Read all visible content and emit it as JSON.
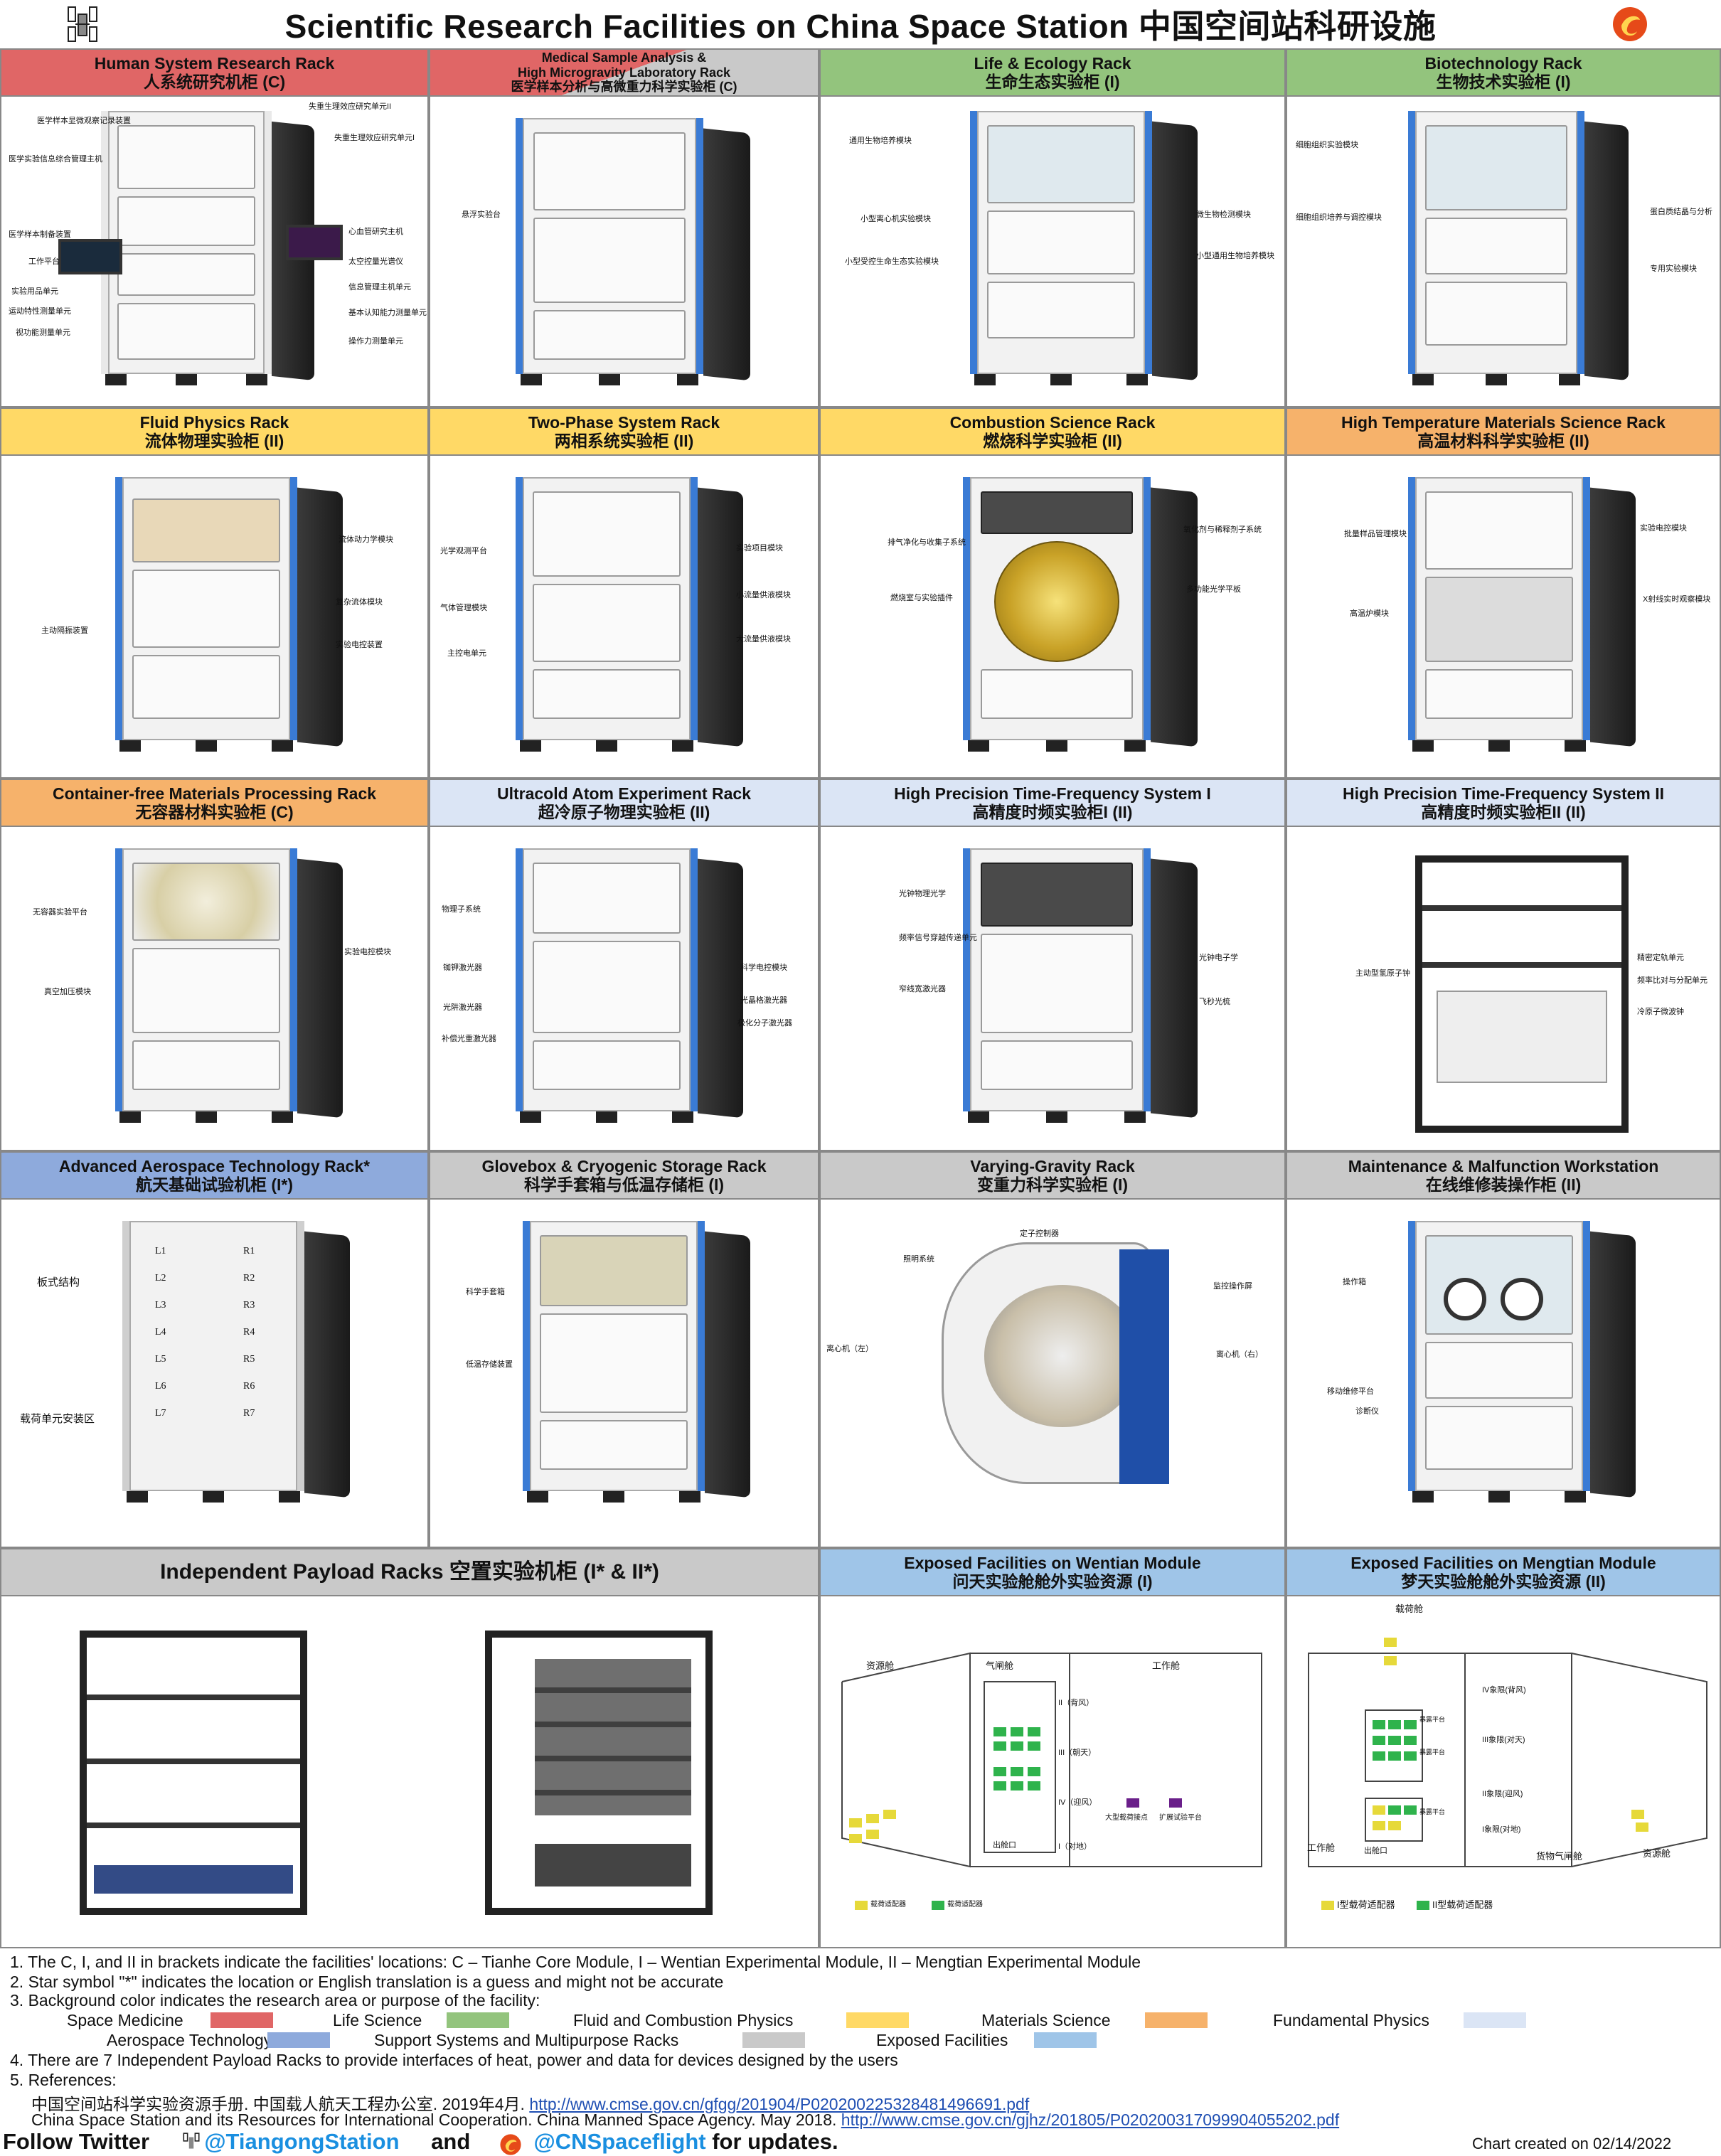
{
  "header": {
    "title": "Scientific Research Facilities on China Space Station 中国空间站科研设施"
  },
  "colors": {
    "space_medicine": "#e06666",
    "life_science": "#93c47d",
    "fluid_combustion": "#ffd966",
    "materials": "#f6b26b",
    "fundamental": "#dbe5f5",
    "aerospace": "#8eaadc",
    "support": "#c9c9c9",
    "exposed": "#9fc5e8"
  },
  "racks": [
    {
      "en": "Human System Research Rack",
      "zh": "人系统研究机柜 (C)",
      "labels": [
        "医学样本显微观察记录装置",
        "医学实验信息综合管理主机",
        "医学样本制备装置",
        "工作平台",
        "实验用品单元",
        "运动特性测量单元",
        "视功能测量单元",
        "失重生理效应研究单元II",
        "失重生理效应研究单元I",
        "心血管研究主机",
        "太空控量光谱仪",
        "信息管理主机单元",
        "基本认知能力测量单元",
        "操作力测量单元"
      ]
    },
    {
      "en": "Medical Sample Analysis &",
      "en2": "High Microgravity Laboratory Rack",
      "zh": "医学样本分析与高微重力科学实验柜 (C)",
      "labels": [
        "悬浮实验台"
      ]
    },
    {
      "en": "Life & Ecology Rack",
      "zh": "生命生态实验柜 (I)",
      "labels": [
        "通用生物培养模块",
        "小型离心机实验模块",
        "小型受控生命生态实验模块",
        "微生物检测模块",
        "小型通用生物培养模块"
      ]
    },
    {
      "en": "Biotechnology Rack",
      "zh": "生物技术实验柜 (I)",
      "labels": [
        "细胞组织实验模块",
        "细胞组织培养与调控模块",
        "蛋白质结晶与分析",
        "专用实验模块"
      ]
    },
    {
      "en": "Fluid Physics Rack",
      "zh": "流体物理实验柜 (II)",
      "labels": [
        "流体动力学模块",
        "复杂流体模块",
        "实验电控装置",
        "主动隔振装置"
      ]
    },
    {
      "en": "Two-Phase System Rack",
      "zh": "两相系统实验柜 (II)",
      "labels": [
        "光学观测平台",
        "气体管理模块",
        "主控电单元",
        "实验项目模块",
        "小流量供液模块",
        "大流量供液模块"
      ]
    },
    {
      "en": "Combustion Science Rack",
      "zh": "燃烧科学实验柜 (II)",
      "labels": [
        "排气净化与收集子系统",
        "燃烧室与实验插件",
        "氧化剂与稀释剂子系统",
        "多功能光学平板"
      ]
    },
    {
      "en": "High Temperature Materials Science Rack",
      "zh": "高温材料科学实验柜 (II)",
      "labels": [
        "批量样品管理模块",
        "高温炉模块",
        "实验电控模块",
        "X射线实时观察模块"
      ]
    },
    {
      "en": "Container-free Materials Processing Rack",
      "zh": "无容器材料实验柜 (C)",
      "labels": [
        "无容器实验平台",
        "真空加压模块",
        "实验电控模块"
      ]
    },
    {
      "en": "Ultracold Atom Experiment Rack",
      "zh": "超冷原子物理实验柜 (II)",
      "labels": [
        "物理子系统",
        "铷钾激光器",
        "光阱激光器",
        "补偿光重激光器",
        "科学电控模块",
        "光晶格激光器",
        "极化分子激光器"
      ]
    },
    {
      "en": "High Precision Time-Frequency System I",
      "zh": "高精度时频实验柜I (II)",
      "labels": [
        "光钟物理光学",
        "频率信号穿越传递单元",
        "窄线宽激光器",
        "光钟电子学",
        "飞秒光梳"
      ]
    },
    {
      "en": "High Precision Time-Frequency System II",
      "zh": "高精度时频实验柜II (II)",
      "labels": [
        "主动型氢原子钟",
        "精密定轨单元",
        "频率比对与分配单元",
        "冷原子微波钟"
      ]
    },
    {
      "en": "Advanced Aerospace Technology Rack*",
      "zh": "航天基础试验机柜 (I*)",
      "labels": [
        "板式结构",
        "载荷单元安装区"
      ],
      "slots_l": [
        "L1",
        "L2",
        "L3",
        "L4",
        "L5",
        "L6",
        "L7"
      ],
      "slots_r": [
        "R1",
        "R2",
        "R3",
        "R4",
        "R5",
        "R6",
        "R7"
      ]
    },
    {
      "en": "Glovebox & Cryogenic Storage Rack",
      "zh": "科学手套箱与低温存储柜 (I)",
      "labels": [
        "科学手套箱",
        "低温存储装置"
      ]
    },
    {
      "en": "Varying-Gravity Rack",
      "zh": "变重力科学实验柜 (I)",
      "labels": [
        "照明系统",
        "定子控制器",
        "监控操作屏",
        "离心机（左）",
        "离心机（右）"
      ]
    },
    {
      "en": "Maintenance & Malfunction Workstation",
      "zh": "在线维修装操作柜 (II)",
      "labels": [
        "操作箱",
        "移动维修平台",
        "诊断仪"
      ]
    }
  ],
  "bottom_row": {
    "independent": {
      "title": "Independent Payload Racks 空置实验机柜 (I* & II*)"
    },
    "wentian": {
      "en": "Exposed Facilities on Wentian Module",
      "zh": "问天实验舱舱外实验资源 (I)",
      "labels": [
        "资源舱",
        "气闸舱",
        "工作舱",
        "II（背风）",
        "III（朝天）",
        "IV（迎风）",
        "I（对地）",
        "出舱口",
        "大型载荷接点",
        "扩展试验平台",
        "载荷适配器",
        "载荷适配器"
      ]
    },
    "mengtian": {
      "en": "Exposed Facilities on Mengtian Module",
      "zh": "梦天实验舱舱外实验资源 (II)",
      "labels": [
        "载荷舱",
        "IV象限(背风)",
        "III象限(对天)",
        "II象限(迎风)",
        "I象限(对地)",
        "工作舱",
        "出舱口",
        "货物气闸舱",
        "资源舱",
        "暴露平台",
        "暴露平台",
        "暴露平台",
        "I型载荷适配器",
        "II型载荷适配器"
      ]
    }
  },
  "notes": {
    "n1": "1.  The C, I, and II in brackets indicate the facilities' locations: C – Tianhe Core Module, I – Wentian Experimental Module, II – Mengtian Experimental Module",
    "n2": "2.  Star symbol \"*\" indicates the location or English translation is a guess and might not be accurate",
    "n3": "3.  Background color indicates the research area or purpose of the facility:",
    "legend": [
      "Space Medicine",
      "Life Science",
      "Fluid and Combustion Physics",
      "Materials Science",
      "Fundamental Physics",
      "Aerospace Technology",
      "Support Systems and Multipurpose Racks",
      "Exposed Facilities"
    ],
    "n4": "4.  There are 7 Independent Payload Racks to provide interfaces of heat, power and data for devices designed by the users",
    "n5": "5.  References:",
    "ref1_text": "中国空间站科学实验资源手册. 中国载人航天工程办公室. 2019年4月.",
    "ref1_link": "http://www.cmse.gov.cn/gfgg/201904/P020200225328481496691.pdf",
    "ref2_text": "China Space Station and its Resources for International Cooperation. China Manned Space Agency. May 2018.",
    "ref2_link": "http://www.cmse.gov.cn/gjhz/201805/P020200317099904055202.pdf",
    "follow": "Follow Twitter",
    "handle1": "@TiangongStation",
    "and": "and",
    "handle2": "@CNSpaceflight",
    "for_updates": "for updates.",
    "created": "Chart created on 02/14/2022"
  }
}
